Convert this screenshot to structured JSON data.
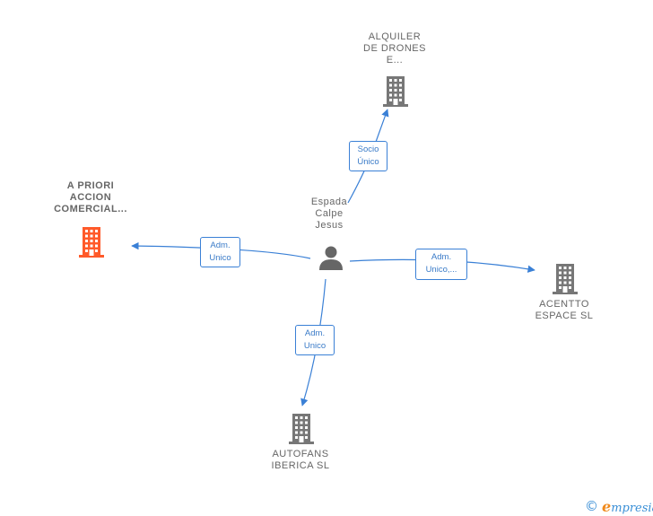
{
  "center": {
    "label_lines": [
      "Espada",
      "Calpe",
      "Jesus"
    ],
    "icon": "person-icon",
    "color": "#666666"
  },
  "nodes": [
    {
      "id": "alquiler",
      "label_lines": [
        "ALQUILER",
        "DE DRONES",
        "E..."
      ],
      "icon": "building-icon",
      "color": "#777777"
    },
    {
      "id": "apriori",
      "label_lines": [
        "A PRIORI",
        "ACCION",
        "COMERCIAL..."
      ],
      "icon": "building-icon",
      "color": "#ff5a2a",
      "highlight": true
    },
    {
      "id": "acentto",
      "label_lines": [
        "ACENTTO",
        "ESPACE  SL"
      ],
      "icon": "building-icon",
      "color": "#777777"
    },
    {
      "id": "autofans",
      "label_lines": [
        "AUTOFANS",
        "IBERICA  SL"
      ],
      "icon": "building-icon",
      "color": "#777777"
    }
  ],
  "edges": [
    {
      "to": "alquiler",
      "label_lines": [
        "Socio",
        "Único"
      ]
    },
    {
      "to": "apriori",
      "label_lines": [
        "Adm.",
        "Unico"
      ]
    },
    {
      "to": "acentto",
      "label_lines": [
        "Adm.",
        "Unico,..."
      ]
    },
    {
      "to": "autofans",
      "label_lines": [
        "Adm.",
        "Unico"
      ]
    }
  ],
  "colors": {
    "edge": "#3a80d6",
    "edge_text": "#3a7bc8"
  },
  "brand": {
    "copyright_symbol": "©",
    "initial": "e",
    "rest": "mpresia"
  }
}
